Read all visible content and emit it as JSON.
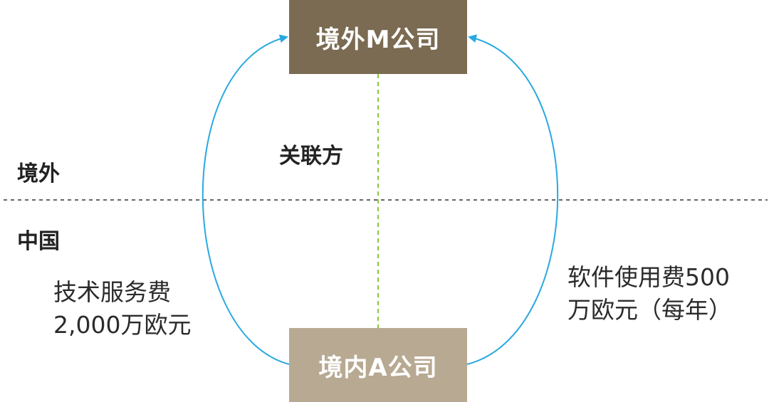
{
  "nodes": {
    "overseas_company": "境外M公司",
    "domestic_company": "境内A公司"
  },
  "regions": {
    "overseas": "境外",
    "china": "中国"
  },
  "relation": {
    "label": "关联方"
  },
  "flows": {
    "left": {
      "line1": "技术服务费",
      "line2": "2,000万欧元"
    },
    "right": {
      "line1": "软件使用费500",
      "line2": "万欧元（每年）"
    }
  },
  "colors": {
    "overseas_box": "#7a6b52",
    "domestic_box": "#b8a993",
    "arrow": "#2aa9e0",
    "relation_line": "#8cc63f",
    "border_line": "#333333"
  }
}
